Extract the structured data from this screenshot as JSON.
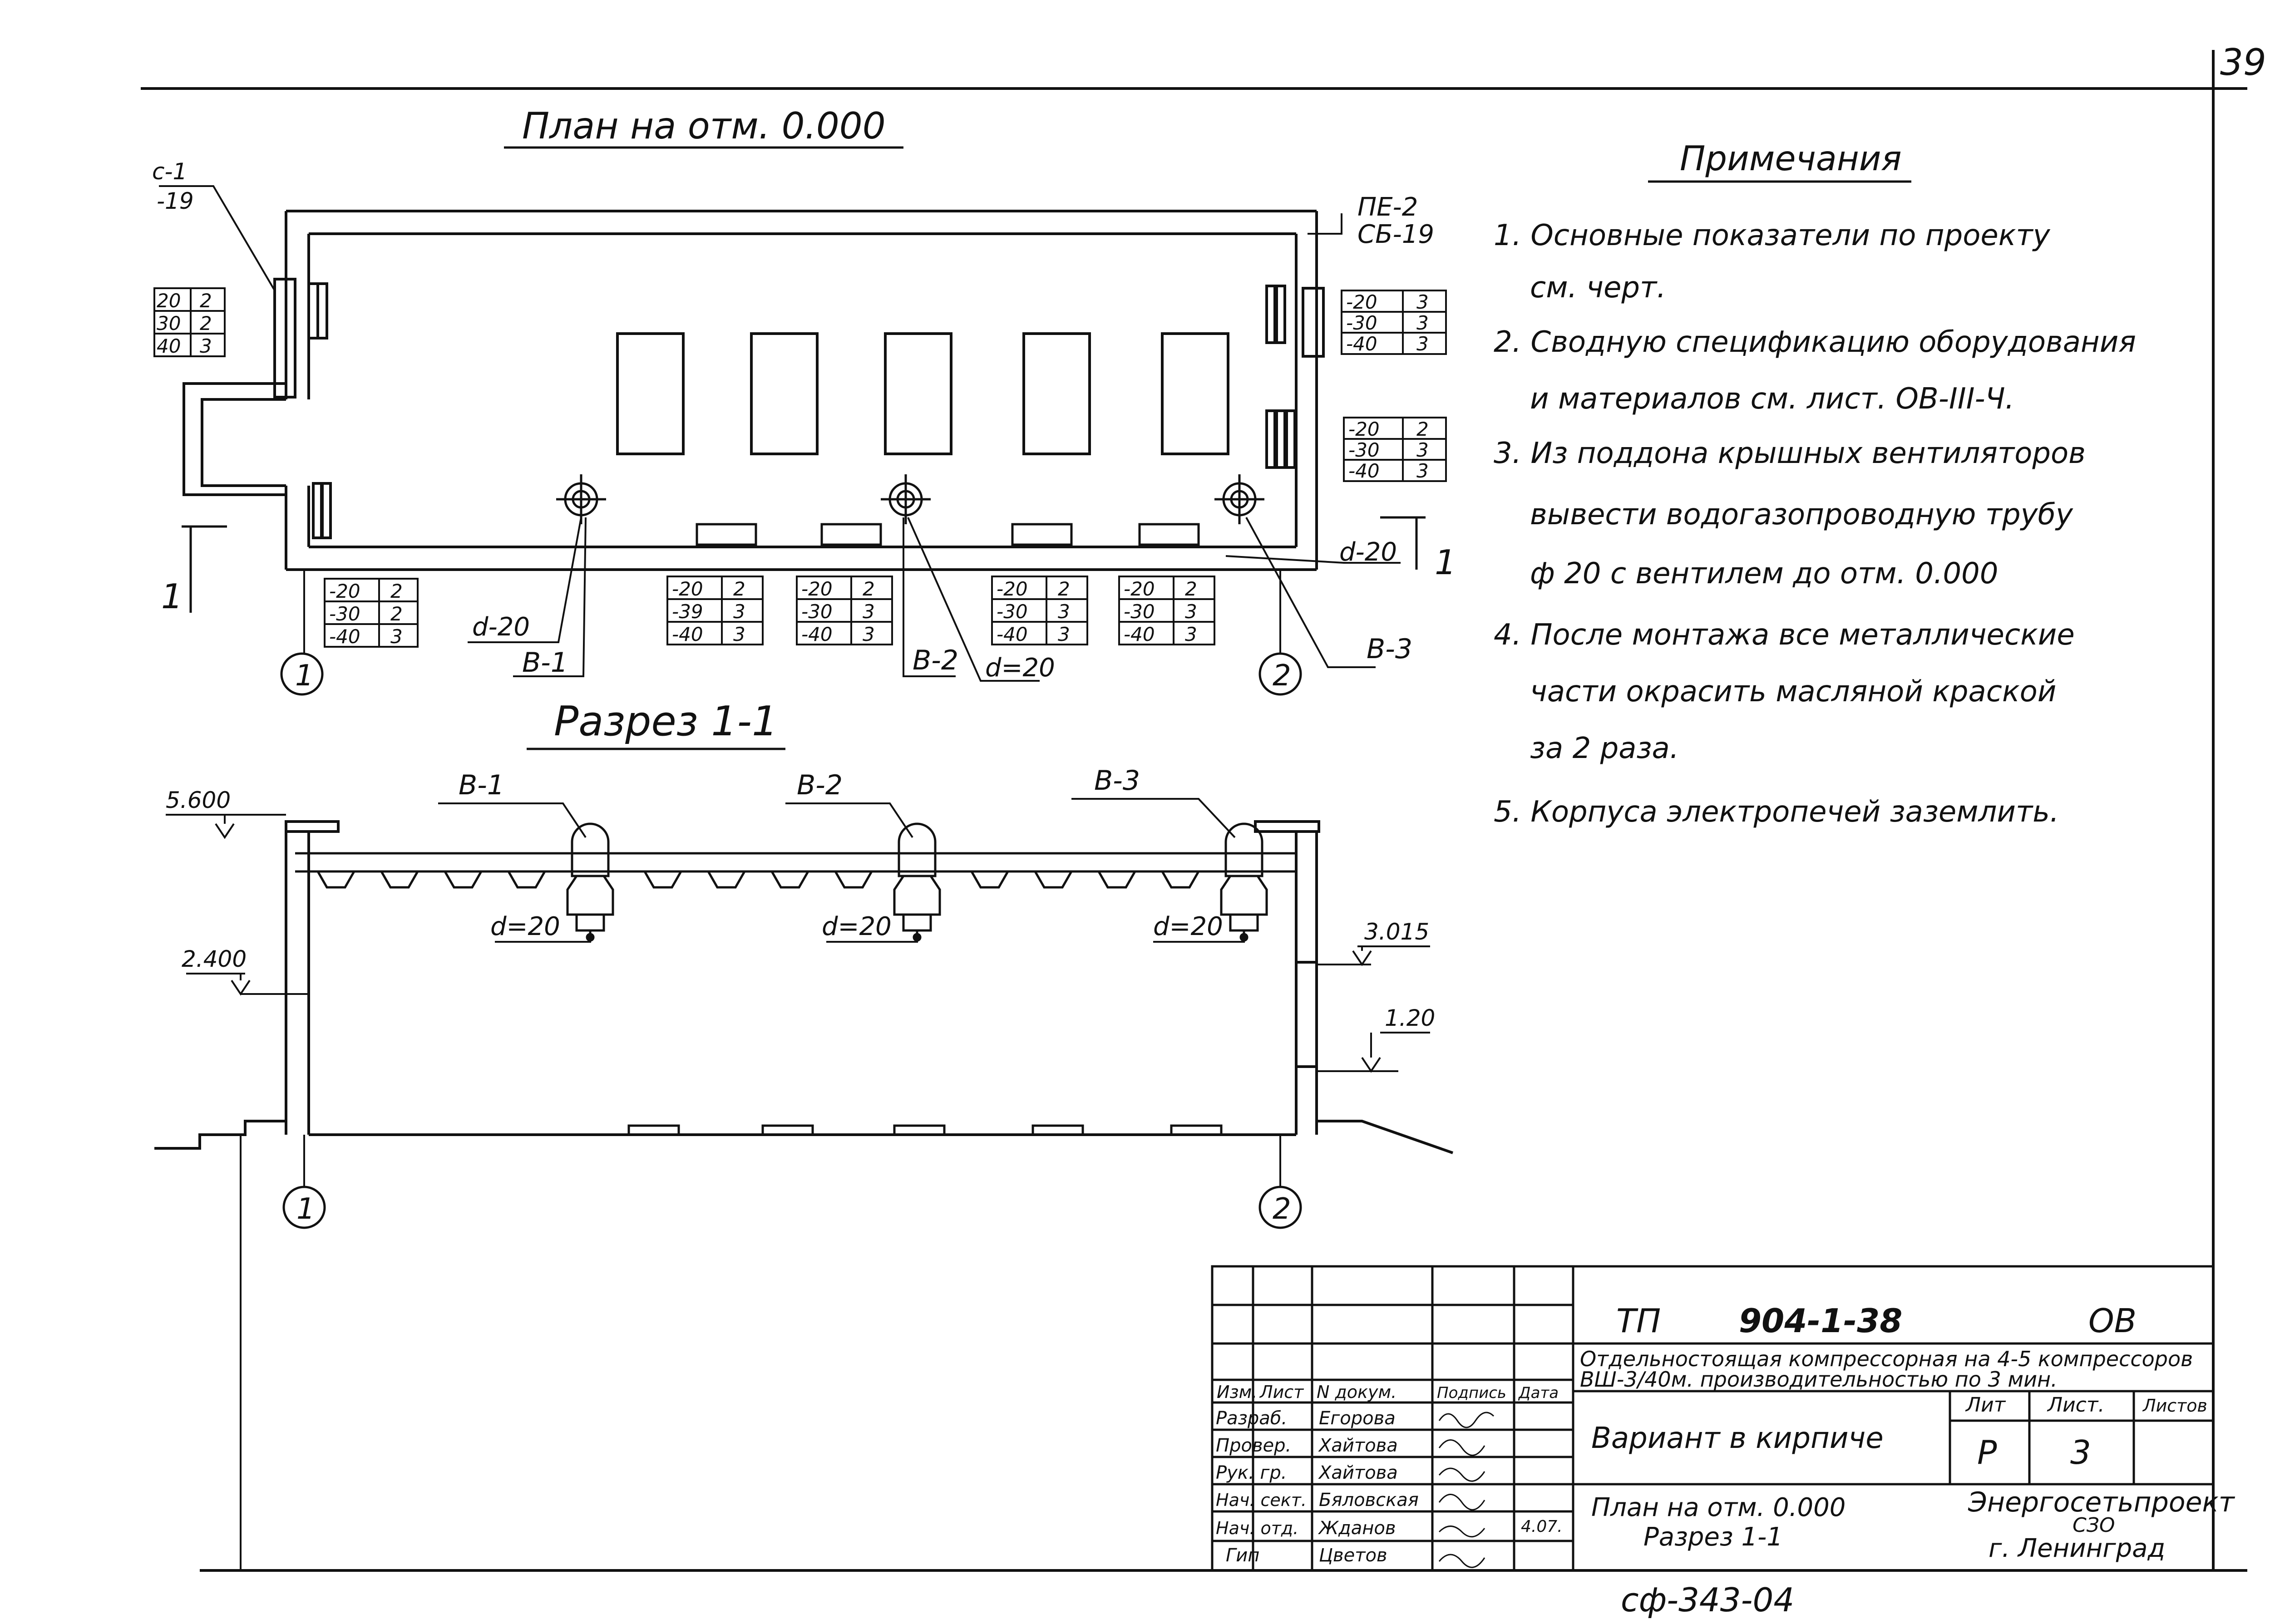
{
  "sheet_number": "39",
  "plan": {
    "title": "План на отм. 0.000",
    "tags_left": [
      "с-1",
      "-19"
    ],
    "tags_right": [
      "ПЕ-2",
      "СБ-19"
    ],
    "left_table": [
      [
        "20",
        "2"
      ],
      [
        "30",
        "2"
      ],
      [
        "40",
        "3"
      ]
    ],
    "right_table_1": [
      [
        "-20",
        "3"
      ],
      [
        "-30",
        "3"
      ],
      [
        "-40",
        "3"
      ]
    ],
    "right_table_2": [
      [
        "-20",
        "2"
      ],
      [
        "-30",
        "3"
      ],
      [
        "-40",
        "3"
      ]
    ],
    "bottom_tables": [
      [
        [
          "-20",
          "2"
        ],
        [
          "-30",
          "2"
        ],
        [
          "-40",
          "3"
        ]
      ],
      [
        [
          "-20",
          "2"
        ],
        [
          "-39",
          "3"
        ],
        [
          "-40",
          "3"
        ]
      ],
      [
        [
          "-20",
          "2"
        ],
        [
          "-30",
          "3"
        ],
        [
          "-40",
          "3"
        ]
      ],
      [
        [
          "-20",
          "2"
        ],
        [
          "-30",
          "3"
        ],
        [
          "-40",
          "3"
        ]
      ],
      [
        [
          "-20",
          "2"
        ],
        [
          "-30",
          "3"
        ],
        [
          "-40",
          "3"
        ]
      ]
    ],
    "pipe_left": "d-20",
    "pipe_mid": "d=20",
    "pipe_right": "d-20",
    "vents": [
      "В-1",
      "В-2",
      "В-3"
    ],
    "axis_1": "1",
    "axis_2": "2",
    "section_mark_left": "1",
    "section_mark_right": "1"
  },
  "section": {
    "title": "Разрез 1-1",
    "elev_top": "5.600",
    "elev_2400": "2.400",
    "elev_3015": "3.015",
    "elev_120": "1.20",
    "vents": [
      "В-1",
      "В-2",
      "В-3"
    ],
    "pipes": [
      "d=20",
      "d=20",
      "d=20"
    ],
    "axis_1": "1",
    "axis_2": "2"
  },
  "notes": {
    "title": "Примечания",
    "lines": [
      "1. Основные показатели по проекту",
      "см. черт.",
      "2. Сводную спецификацию оборудования",
      "и материалов см. лист. ОВ-III-Ч.",
      "3. Из поддона крышных вентиляторов",
      "вывести водогазопроводную трубу",
      "ф 20 с вентилем до отм. 0.000",
      "4. После монтажа все металлические",
      "части окрасить масляной краской",
      "за 2 раза.",
      "5. Корпуса электропечей заземлить."
    ]
  },
  "title_block": {
    "code_prefix": "ТП",
    "code": "904-1-38",
    "mark": "ОВ",
    "description_1": "Отдельностоящая компрессорная на 4-5 компрессоров",
    "description_2": "ВШ-3/40м. производительностью по 3 мин.",
    "variant": "Вариант в кирпиче",
    "sheet_name_1": "План на отм. 0.000",
    "sheet_name_2": "Разрез 1-1",
    "col_headers": [
      "Изм.",
      "Лист",
      "N докум.",
      "Подпись",
      "Дата"
    ],
    "people": [
      [
        "Разраб.",
        "Егорова"
      ],
      [
        "Провер.",
        "Хайтова"
      ],
      [
        "Рук. гр.",
        "Хайтова"
      ],
      [
        "Нач. сект.",
        "Бяловская"
      ],
      [
        "Нач. отд.",
        "Жданов"
      ],
      [
        "Гип",
        "Цветов"
      ]
    ],
    "date": "4.07.",
    "lit_header": "Лит",
    "sheet_header": "Лист.",
    "sheets_header": "Листов",
    "lit_value": "Р",
    "sheet_value": "3",
    "org_1": "Энергосетьпроект",
    "org_2": "СЗО",
    "org_3": "г. Ленинград",
    "archive": "сф-343-04"
  }
}
